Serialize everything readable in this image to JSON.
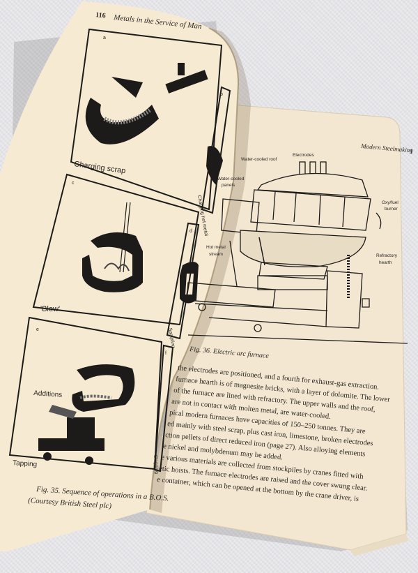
{
  "left_page": {
    "page_number": "116",
    "running_head": "Metals in the Service of Man",
    "panels": [
      {
        "letter": "a",
        "label": "Charging scrap"
      },
      {
        "letter": "b",
        "label": "Charging hot metal"
      },
      {
        "letter": "c",
        "label": "'Blow'"
      },
      {
        "letter": "d",
        "label": "Sampling"
      },
      {
        "letter": "e",
        "label": "Tapping"
      },
      {
        "letter": "f",
        "label": "Slagging"
      }
    ],
    "additions_label": "Additions",
    "caption_line1": "Fig. 35. Sequence of operations in a B.O.S.",
    "caption_line2": "(Courtesy British Steel plc)"
  },
  "right_page": {
    "running_head": "Modern Steelmaking",
    "page_number": "1",
    "diagram_labels": {
      "roof": "Water-cooled roof",
      "electrodes": "Electrodes",
      "panels_line1": "Water-cooled",
      "panels_line2": "panels",
      "burner_line1": "Oxy/fuel",
      "burner_line2": "burner",
      "hot_metal_line1": "Hot metal",
      "hot_metal_line2": "stream",
      "hearth_line1": "Refractory",
      "hearth_line2": "hearth"
    },
    "caption": "Fig. 36. Electric arc furnace",
    "body_lines": [
      "the electrodes are positioned, and a fourth for exhaust-gas extraction.",
      "furnace hearth is of magnesite bricks, with a layer of dolomite. The lower",
      "of the furnace are lined with refractory. The upper walls and the roof,",
      "are not in contact with molten metal, are water-cooled.",
      "pical modern furnaces have capacities of 150–250 tonnes. They are",
      "ed mainly with steel scrap, plus cast iron, limestone, broken electrodes",
      "ction pellets of direct reduced iron (page 27). Also alloying elements",
      "e nickel and molybdenum may be added.",
      "e various materials are collected from stockpiles by cranes fitted with",
      "etic hoists. The furnace electrodes are raised and the cover swung clear.",
      "e container, which can be opened at the bottom by the crane driver, is"
    ]
  }
}
